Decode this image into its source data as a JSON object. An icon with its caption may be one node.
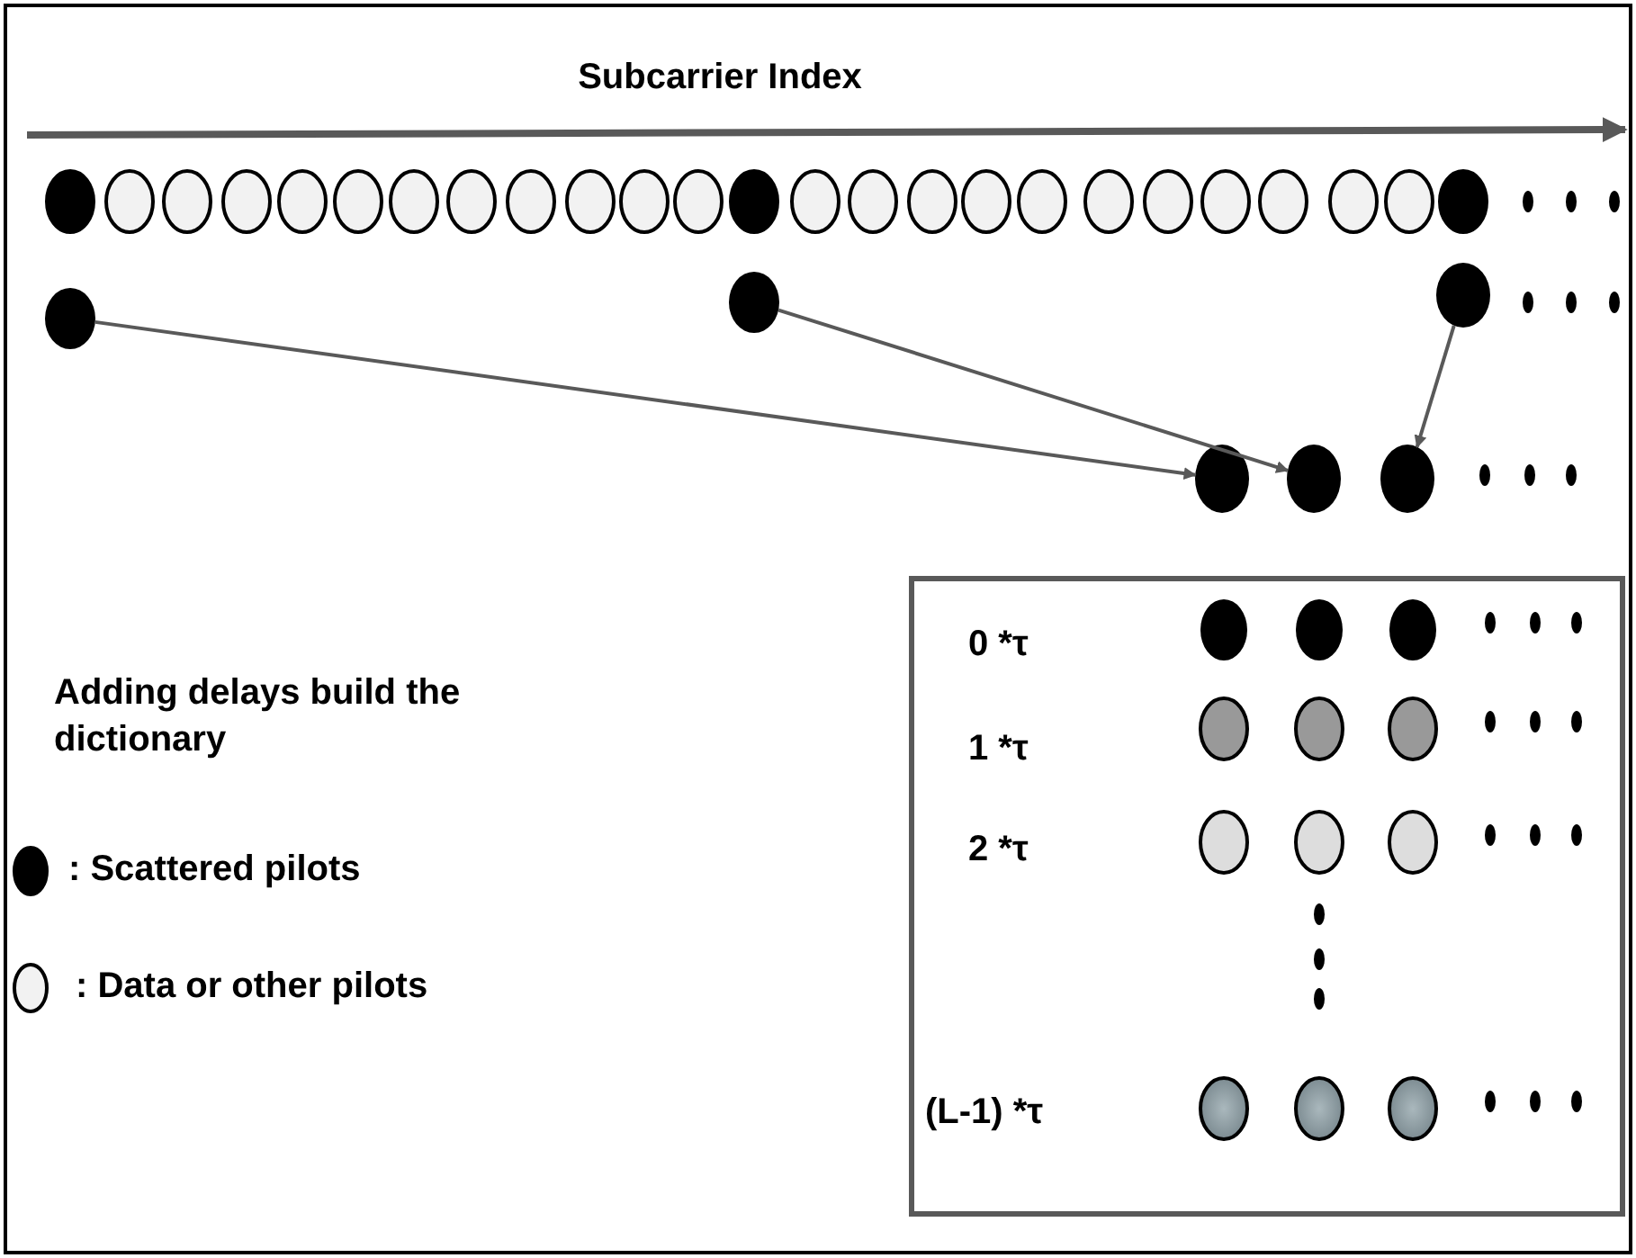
{
  "diagram": {
    "nodes": [
      {
        "text": [],
        "shape": "circle"
      },
      {
        "text": [],
        "shape": "circle"
      },
      {
        "text": [],
        "shape": "circle"
      },
      {
        "text": [],
        "shape": "circle"
      },
      {
        "text": [],
        "shape": "circle"
      },
      {
        "text": [],
        "shape": "circle"
      },
      {
        "text": [
          "0 *τ",
          "1 *τ",
          "2 *τ",
          "(L-1) *τ"
        ]
      }
    ],
    "edges": [
      {
        "from": 0,
        "to": 3,
        "arrow": "to"
      },
      {
        "from": 1,
        "to": 4,
        "arrow": "to"
      },
      {
        "from": 2,
        "to": 5,
        "arrow": "to"
      }
    ],
    "labels": [
      "Subcarrier Index",
      "Adding delays build the dictionary"
    ],
    "legend": [
      {
        "text": ": Scattered pilots"
      },
      {
        "text": ": Data or other pilots"
      }
    ]
  }
}
